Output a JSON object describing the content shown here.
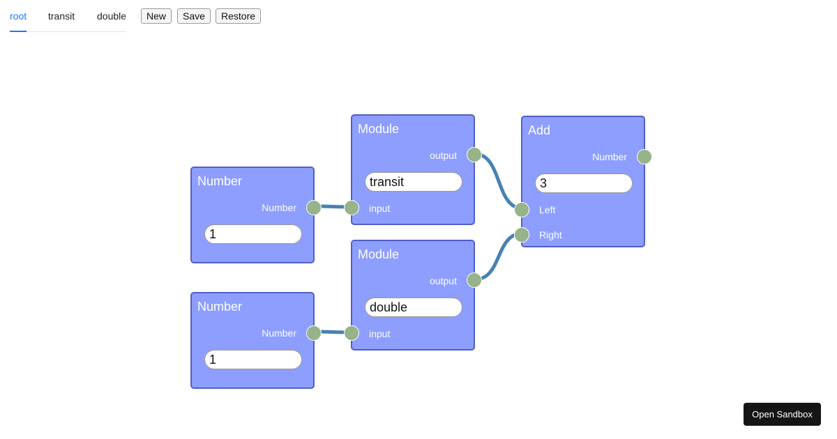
{
  "tabs": [
    {
      "label": "root",
      "active": true
    },
    {
      "label": "transit",
      "active": false
    },
    {
      "label": "double",
      "active": false
    }
  ],
  "toolbar": {
    "new_label": "New",
    "save_label": "Save",
    "restore_label": "Restore"
  },
  "nodes": {
    "number1": {
      "title": "Number",
      "output_label": "Number",
      "value": "1"
    },
    "number2": {
      "title": "Number",
      "output_label": "Number",
      "value": "1"
    },
    "module1": {
      "title": "Module",
      "output_label": "output",
      "input_label": "input",
      "value": "transit"
    },
    "module2": {
      "title": "Module",
      "output_label": "output",
      "input_label": "input",
      "value": "double"
    },
    "add": {
      "title": "Add",
      "output_label": "Number",
      "value": "3",
      "left_label": "Left",
      "right_label": "Right"
    }
  },
  "connections": [
    {
      "from": "number1.output",
      "to": "module1.input"
    },
    {
      "from": "number2.output",
      "to": "module2.input"
    },
    {
      "from": "module1.output",
      "to": "add.left"
    },
    {
      "from": "module2.output",
      "to": "add.right"
    }
  ],
  "colors": {
    "node_fill": "#8d9eff",
    "node_border": "#4f5fc7",
    "socket": "#96b38a",
    "connection": "#4682b4",
    "active_tab": "#1677ff"
  },
  "sandbox_button_label": "Open Sandbox"
}
